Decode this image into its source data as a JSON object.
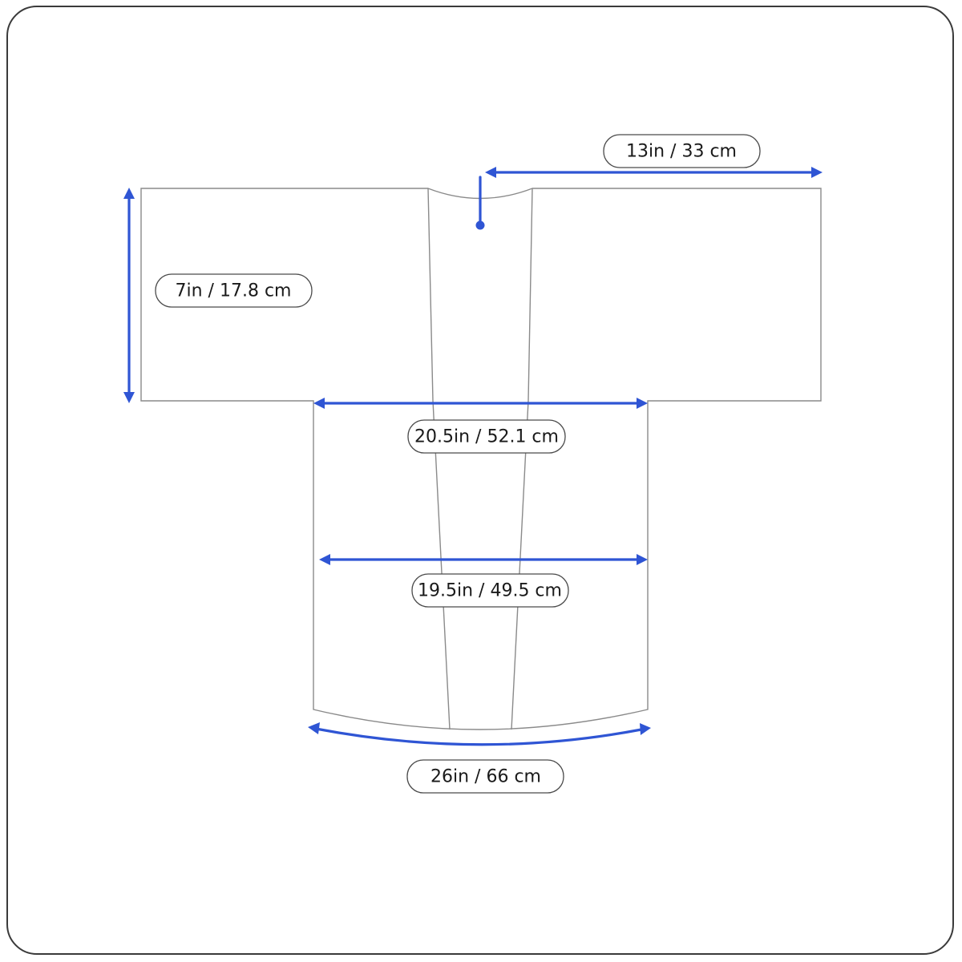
{
  "measurements": {
    "sleeve_length": "13in / 33 cm",
    "sleeve_height": "7in / 17.8 cm",
    "chest_width": "20.5in / 52.1 cm",
    "body_width": "19.5in / 49.5 cm",
    "hem_width": "26in / 66 cm"
  },
  "colors": {
    "measure_line": "#2f55d4",
    "outline": "#8a8a8a",
    "frame": "#3a3a3a"
  }
}
